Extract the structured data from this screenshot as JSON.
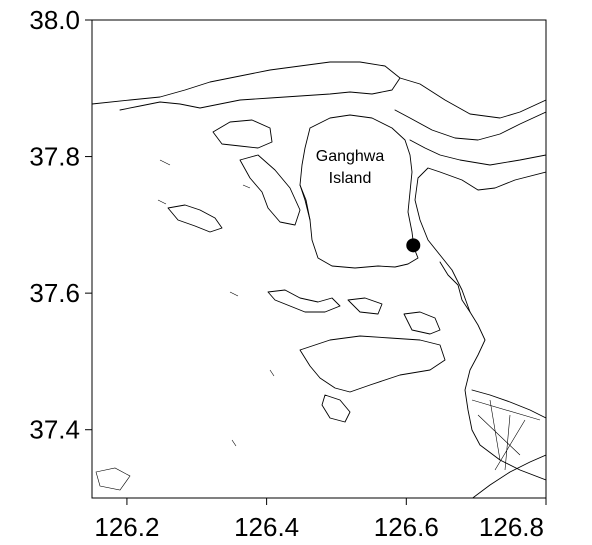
{
  "map": {
    "x_axis": {
      "ticks": [
        "126.2",
        "126.4",
        "126.6",
        "126.8"
      ],
      "tick_values": [
        126.2,
        126.4,
        126.6,
        126.8
      ],
      "range": [
        126.15,
        126.8
      ]
    },
    "y_axis": {
      "ticks": [
        "38.0",
        "37.8",
        "37.6",
        "37.4"
      ],
      "tick_values": [
        38.0,
        37.8,
        37.6,
        37.4
      ],
      "range": [
        37.3,
        38.0
      ]
    },
    "labels": {
      "island_line1": "Ganghwa",
      "island_line2": "Island"
    },
    "marker": {
      "lon": 126.61,
      "lat": 37.67
    },
    "colors": {
      "land_outline": "#000000",
      "background": "#ffffff",
      "marker": "#000000"
    }
  }
}
